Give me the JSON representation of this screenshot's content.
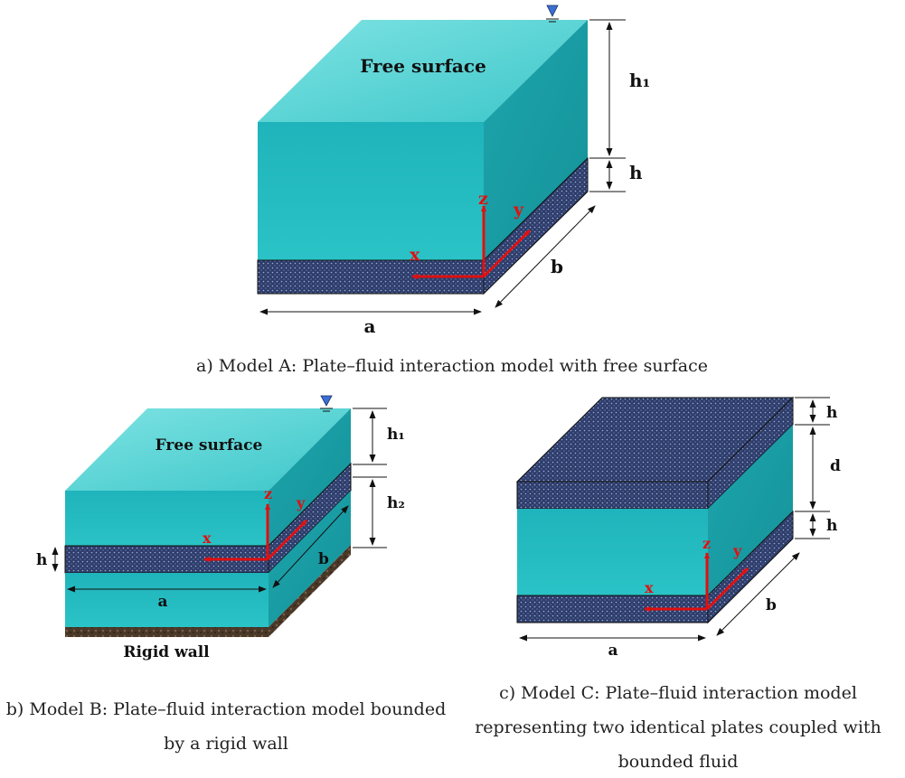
{
  "model_a": {
    "surface_label": "Free surface",
    "dim_h1": "h₁",
    "dim_h": "h",
    "dim_a": "a",
    "dim_b": "b",
    "axis_x": "x",
    "axis_y": "y",
    "axis_z": "z",
    "caption": "a)  Model A: Plate–fluid interaction model with free surface"
  },
  "model_b": {
    "surface_label": "Free surface",
    "wall_label": "Rigid wall",
    "dim_h1": "h₁",
    "dim_h2": "h₂",
    "dim_h": "h",
    "dim_a": "a",
    "dim_b": "b",
    "axis_x": "x",
    "axis_y": "y",
    "axis_z": "z",
    "caption_line1": "b) Model B: Plate–fluid interaction model bounded",
    "caption_line2": "by a rigid wall"
  },
  "model_c": {
    "dim_h_top": "h",
    "dim_d": "d",
    "dim_h_bottom": "h",
    "dim_a": "a",
    "dim_b": "b",
    "axis_x": "x",
    "axis_y": "y",
    "axis_z": "z",
    "caption_line1": "c) Model C: Plate–fluid interaction model",
    "caption_line2": "representing two identical plates coupled with",
    "caption_line3": "bounded fluid"
  },
  "colors": {
    "water_top": "#5fd6d6",
    "water_front": "#22b8bf",
    "water_side": "#1aa3aa",
    "plate": "#2e3d6b",
    "axis": "#e01010",
    "wall": "#5a4634"
  }
}
